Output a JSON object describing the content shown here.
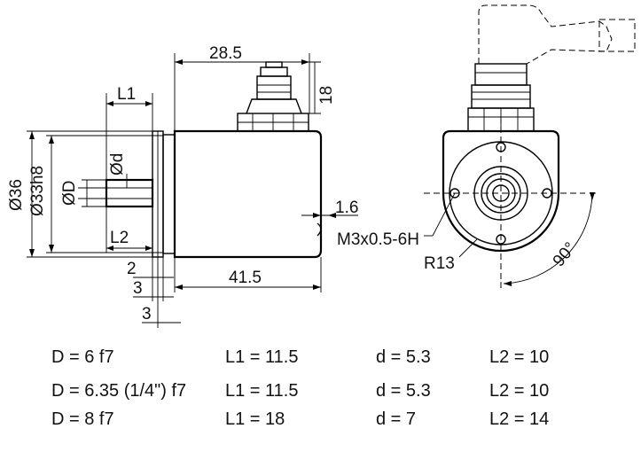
{
  "drawing": {
    "dimensions": {
      "top_width": "28.5",
      "connector_height": "18",
      "l1": "L1",
      "l2": "L2",
      "dia_outer": "Ø36",
      "dia_spigot": "Ø33h8",
      "dia_d_small": "Ød",
      "dia_d_large": "ØD",
      "dim_1_6": "1.6",
      "dim_2": "2",
      "dim_3a": "3",
      "dim_3b": "3",
      "body_length": "41.5",
      "thread": "M3x0.5-6H",
      "radius": "R13",
      "angle": "90°"
    }
  },
  "table": {
    "rows": [
      [
        "D = 6 f7",
        "L1 = 11.5",
        "d = 5.3",
        "L2 = 10"
      ],
      [
        "D = 6.35 (1/4\") f7",
        "L1 = 11.5",
        "d = 5.3",
        "L2 = 10"
      ],
      [
        "D = 8 f7",
        "L1 = 18",
        "d = 7",
        "L2 = 14"
      ]
    ]
  }
}
